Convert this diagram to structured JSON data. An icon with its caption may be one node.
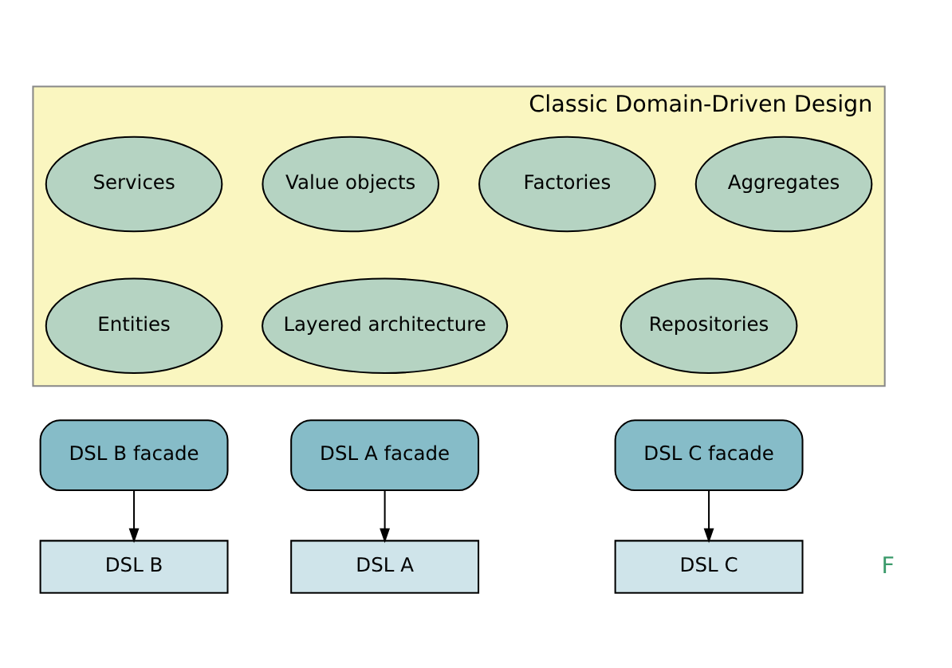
{
  "diagram": {
    "nodes": [
      {
        "text": [
          "Classic Domain-Driven Design"
        ]
      },
      {
        "text": [
          "Services"
        ],
        "in": 0
      },
      {
        "text": [
          "Aggregates"
        ],
        "in": 0
      },
      {
        "text": [
          "Value objects"
        ],
        "in": 0
      },
      {
        "text": [
          "Factories"
        ],
        "in": 0
      },
      {
        "text": [
          "Entities"
        ],
        "in": 0
      },
      {
        "text": [
          "Layered architecture"
        ],
        "in": 0
      },
      {
        "text": [
          "Repositories"
        ],
        "in": 0
      },
      {
        "text": [
          "DSL A facade"
        ]
      },
      {
        "text": [
          "DSL B facade"
        ]
      },
      {
        "text": [
          "DSL C facade"
        ]
      },
      {
        "text": [
          "DSL A"
        ]
      },
      {
        "text": [
          "DSL B"
        ]
      },
      {
        "text": [
          "DSL C"
        ]
      }
    ],
    "edges": [
      {
        "from": 8,
        "to": 11,
        "arrow": "to"
      },
      {
        "from": 9,
        "to": 12,
        "arrow": "to"
      },
      {
        "from": 10,
        "to": 13,
        "arrow": "to"
      }
    ],
    "labels": [
      "F"
    ]
  }
}
